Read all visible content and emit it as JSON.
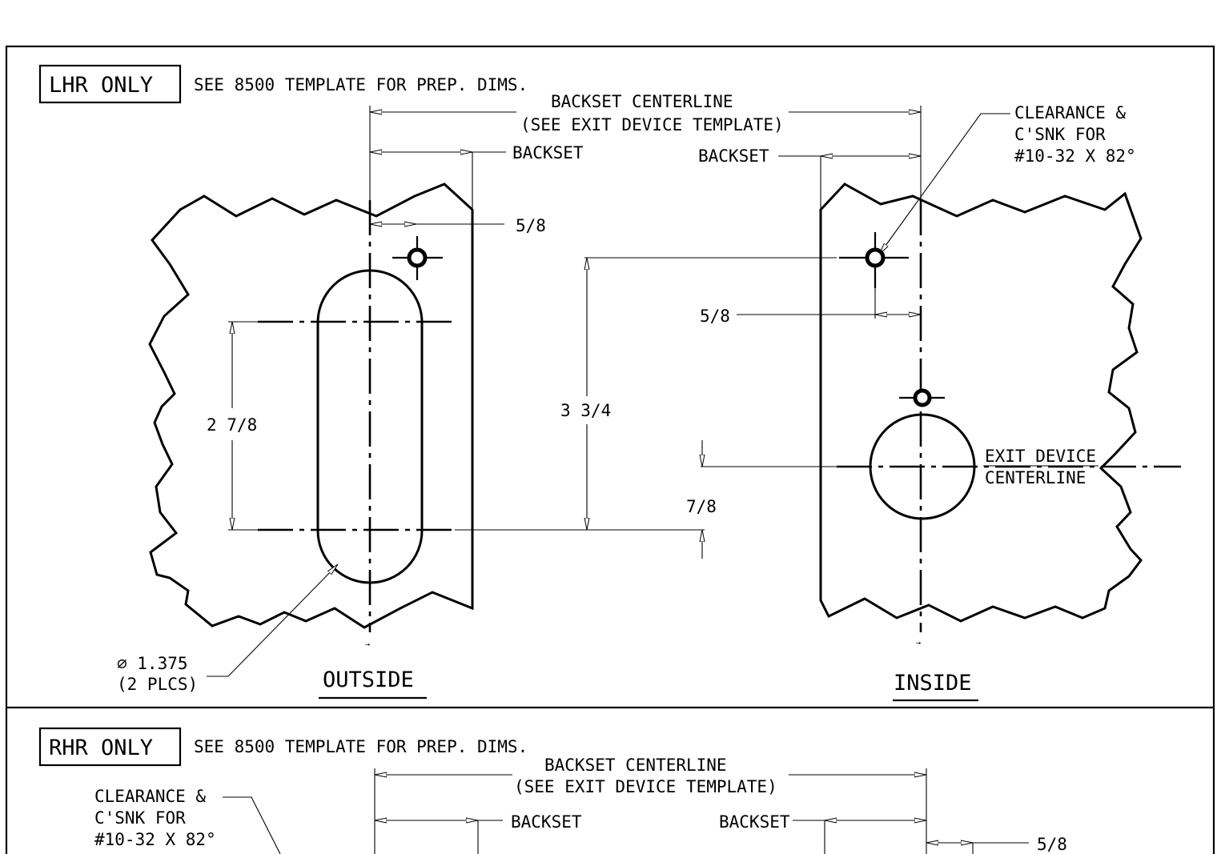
{
  "top_panel": {
    "tag": "LHR ONLY",
    "note": "SEE 8500 TEMPLATE FOR PREP. DIMS.",
    "centerline_label_1": "BACKSET CENTERLINE",
    "centerline_label_2": "(SEE EXIT DEVICE TEMPLATE)",
    "backset_left": "BACKSET",
    "backset_right": "BACKSET",
    "clearance_1": "CLEARANCE &",
    "clearance_2": "C'SNK FOR",
    "clearance_3": "#10-32 X 82°",
    "dim_5_8_left": "5/8",
    "dim_5_8_right": "5/8",
    "dim_2_7_8": "2 7/8",
    "dim_3_3_4": "3 3/4",
    "dim_7_8": "7/8",
    "exit_device_1": "EXIT DEVICE",
    "exit_device_2": "CENTERLINE",
    "diameter": "⌀ 1.375",
    "plcs": "(2 PLCS)",
    "outside": "OUTSIDE",
    "inside": "INSIDE"
  },
  "bottom_panel": {
    "tag": "RHR ONLY",
    "note": "SEE 8500 TEMPLATE FOR PREP. DIMS.",
    "centerline_label_1": "BACKSET CENTERLINE",
    "centerline_label_2": "(SEE EXIT DEVICE TEMPLATE)",
    "backset_left": "BACKSET",
    "backset_right": "BACKSET",
    "clearance_1": "CLEARANCE &",
    "clearance_2": "C'SNK FOR",
    "clearance_3": "#10-32 X 82°",
    "dim_5_8": "5/8"
  }
}
